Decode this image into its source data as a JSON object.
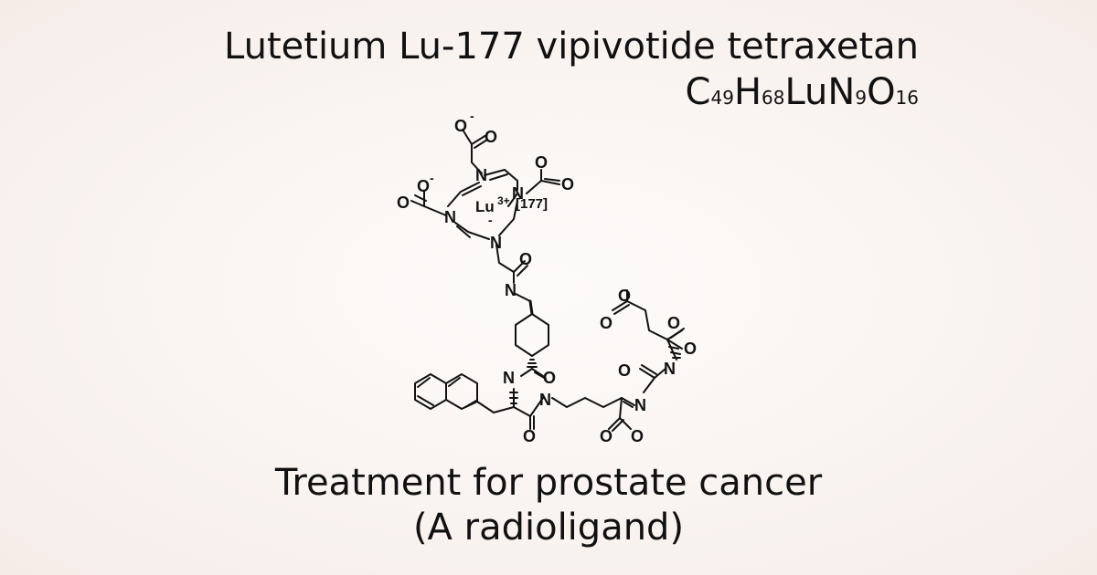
{
  "title": "Lutetium Lu-177 vipivotide tetraxetan",
  "formula": {
    "parts": [
      {
        "text": "C",
        "sub": "49"
      },
      {
        "text": "H",
        "sub": "68"
      },
      {
        "text": "LuN",
        "sub": "9"
      },
      {
        "text": "O",
        "sub": "16"
      }
    ]
  },
  "caption": {
    "line1": "Treatment for prostate cancer",
    "line2": "(A radioligand)"
  },
  "structure": {
    "atoms": {
      "O": "O",
      "N": "N",
      "lu_ion": "Lu",
      "lu_charge": "3+",
      "isotope": "[177]",
      "minus": "-"
    }
  }
}
